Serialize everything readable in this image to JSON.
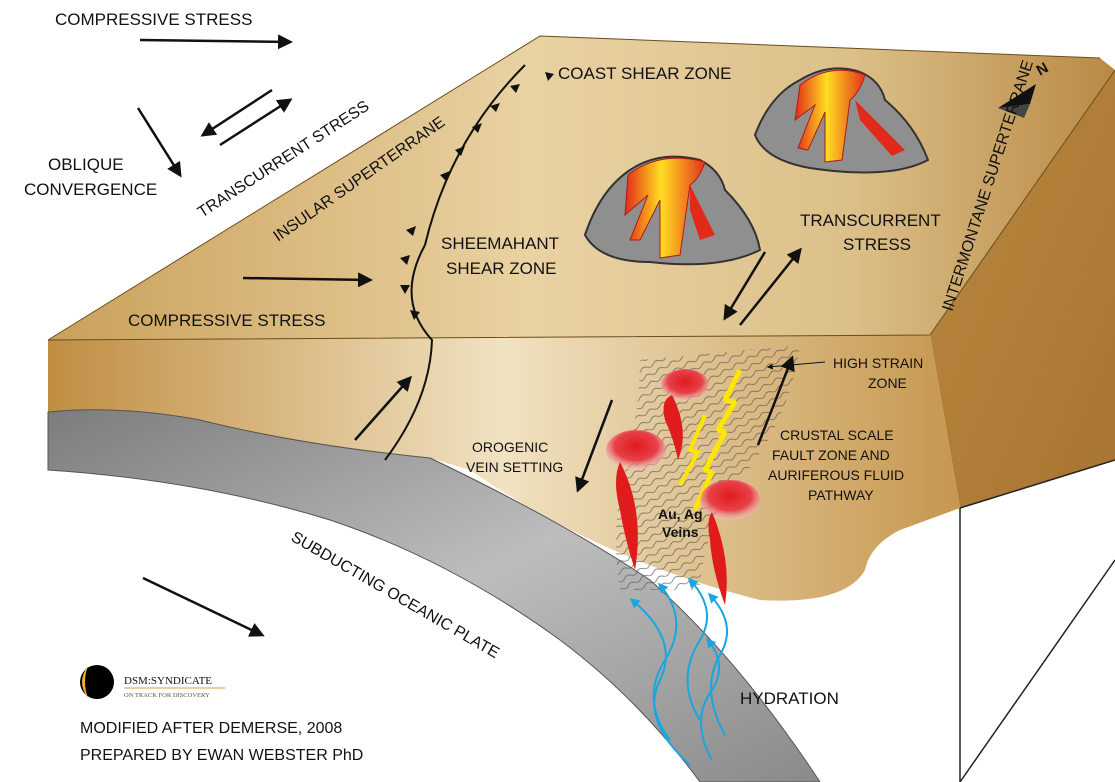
{
  "labels": {
    "compressive_stress_top": "COMPRESSIVE STRESS",
    "oblique_convergence_1": "OBLIQUE",
    "oblique_convergence_2": "CONVERGENCE",
    "transcurrent_stress_diag": "TRANSCURRENT STRESS",
    "insular_superterrane": "INSULAR SUPERTERRANE",
    "coast_shear_zone": "COAST SHEAR ZONE",
    "sheemahant_1": "SHEEMAHANT",
    "sheemahant_2": "SHEAR ZONE",
    "transcurrent_right_1": "TRANSCURRENT",
    "transcurrent_right_2": "STRESS",
    "intermontane_superterrane": "INTERMONTANE SUPERTERRANE",
    "compressive_stress_left": "COMPRESSIVE STRESS",
    "high_strain_1": "HIGH STRAIN",
    "high_strain_2": "ZONE",
    "orogenic_1": "OROGENIC",
    "orogenic_2": "VEIN SETTING",
    "crustal_1": "CRUSTAL SCALE",
    "crustal_2": "FAULT ZONE AND",
    "crustal_3": "AURIFEROUS FLUID",
    "crustal_4": "PATHWAY",
    "veins_1": "Au, Ag",
    "veins_2": "Veins",
    "subducting_plate": "SUBDUCTING OCEANIC PLATE",
    "hydration": "HYDRATION",
    "north": "N",
    "credit_1": "MODIFIED AFTER DEMERSE, 2008",
    "credit_2": "PREPARED BY EWAN WEBSTER PhD"
  },
  "logo": {
    "name": "DSM:SYNDICATE",
    "tagline": "ON TRACK FOR DISCOVERY"
  },
  "colors": {
    "crust_top": "#d9b77a",
    "crust_front": "#c79a50",
    "plate": "#9a9a9a",
    "lava_red": "#e01b1b",
    "lava_orange": "#f58220",
    "lava_yellow": "#ffe600",
    "hydration_blue": "#1aa6e0"
  }
}
